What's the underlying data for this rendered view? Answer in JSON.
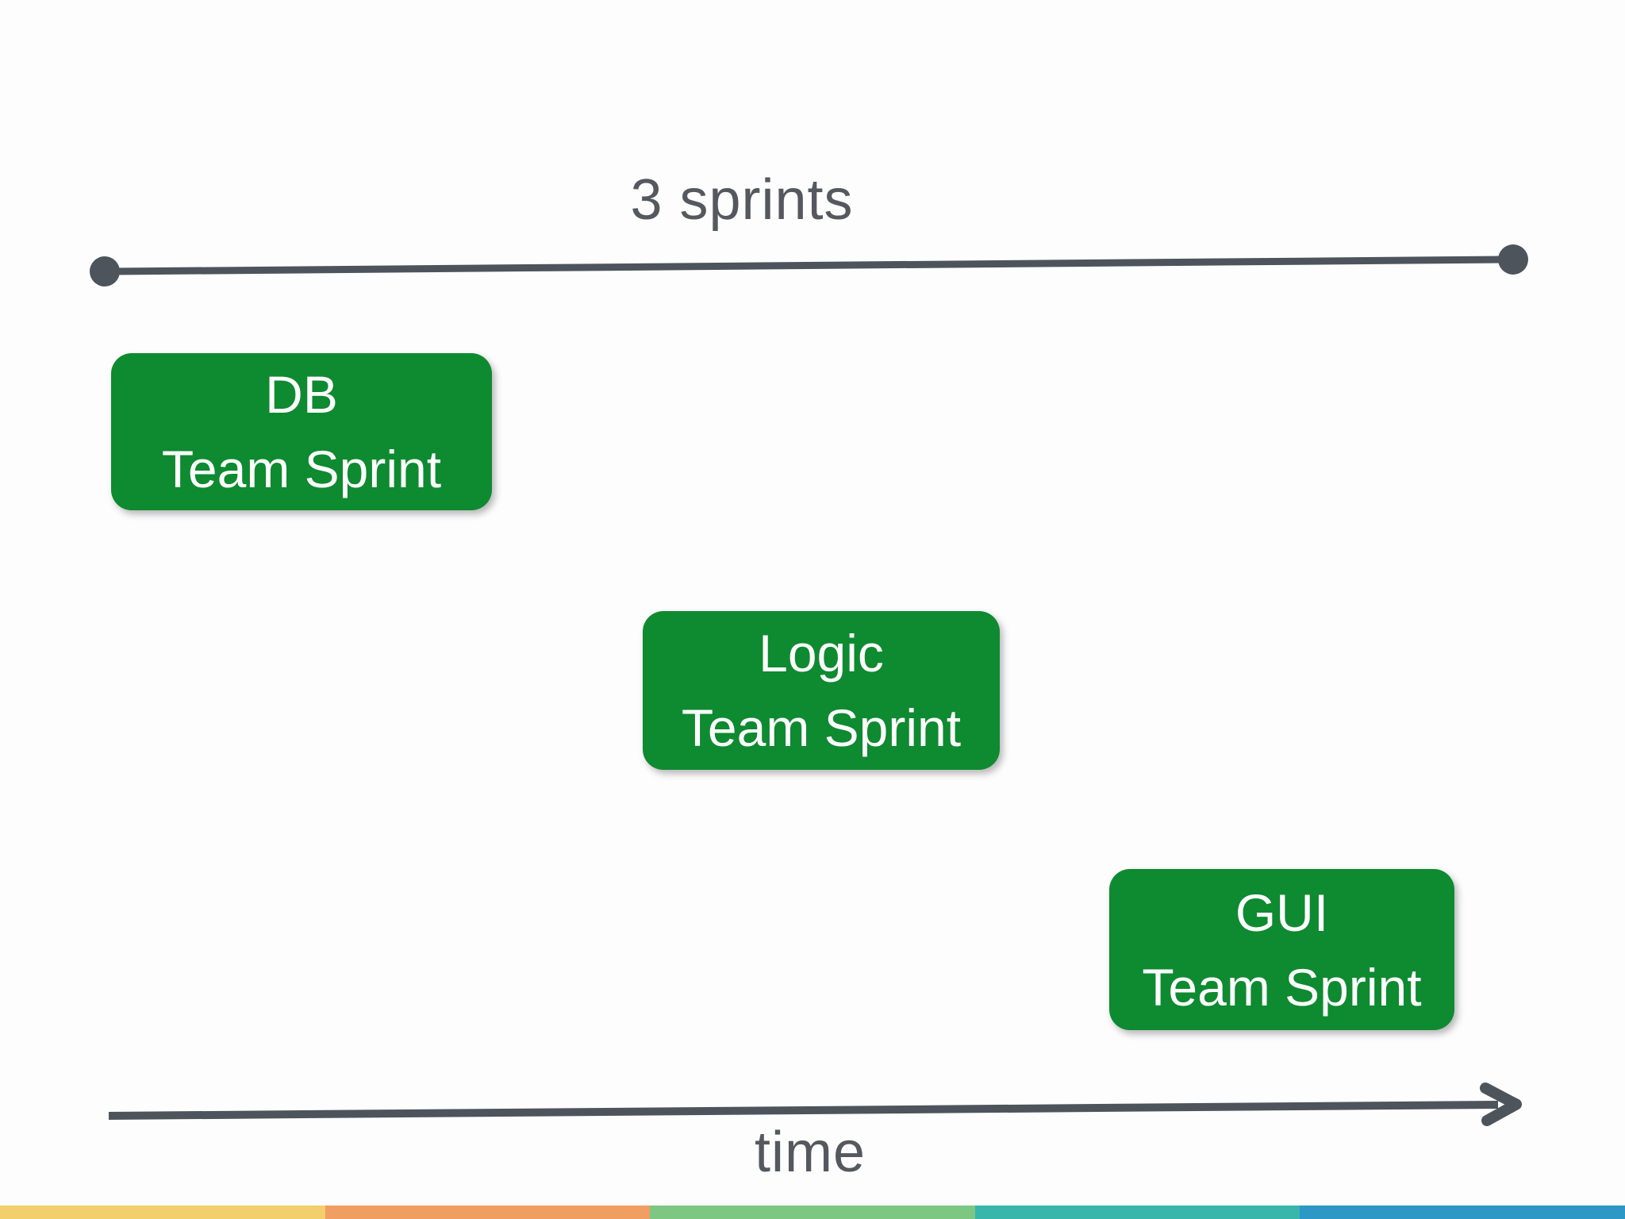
{
  "slide": {
    "background_color": "#fdfdfe",
    "axis_color": "#4e545c",
    "label_color": "#55585e",
    "box_color": "#0e8a30",
    "box_text_color": "#ffffff",
    "top_axis": {
      "label": "3 sprints"
    },
    "bottom_axis": {
      "label": "time"
    },
    "sprints": [
      {
        "team": "DB",
        "line1": "DB",
        "line2": "Team Sprint"
      },
      {
        "team": "Logic",
        "line1": "Logic",
        "line2": "Team Sprint"
      },
      {
        "team": "GUI",
        "line1": "GUI",
        "line2": "Team Sprint"
      }
    ],
    "footer_bar_colors": [
      "#f3cf6b",
      "#f19e62",
      "#7dc783",
      "#38b6ac",
      "#2d97c6"
    ]
  }
}
